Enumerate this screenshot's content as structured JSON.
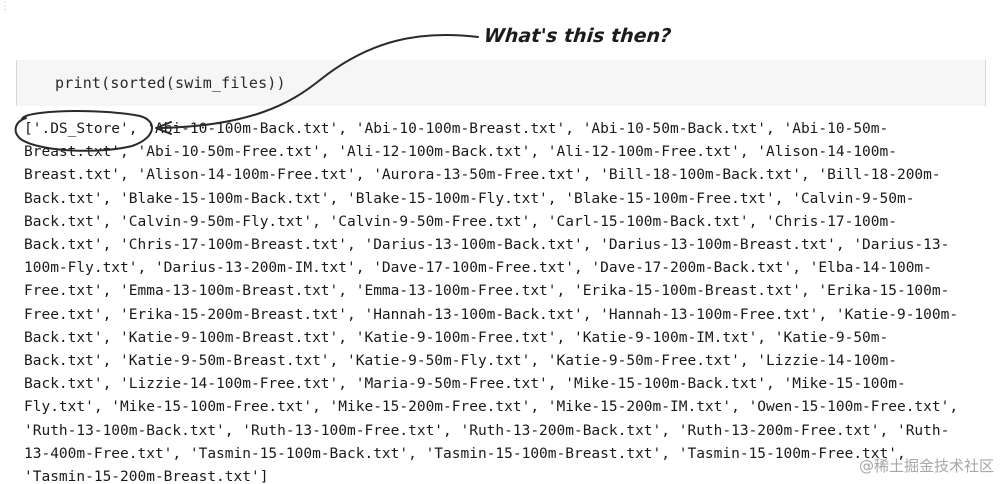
{
  "callout": {
    "text": "What's this then?"
  },
  "code": {
    "line": "print(sorted(swim_files))"
  },
  "output": {
    "lines": [
      "['.DS_Store', 'Abi-10-100m-Back.txt', 'Abi-10-100m-Breast.txt', 'Abi-10-50m-Back.txt', 'Abi-10-50m-",
      "Breast.txt', 'Abi-10-50m-Free.txt', 'Ali-12-100m-Back.txt', 'Ali-12-100m-Free.txt', 'Alison-14-100m-",
      "Breast.txt', 'Alison-14-100m-Free.txt', 'Aurora-13-50m-Free.txt', 'Bill-18-100m-Back.txt', 'Bill-18-200m-",
      "Back.txt', 'Blake-15-100m-Back.txt', 'Blake-15-100m-Fly.txt', 'Blake-15-100m-Free.txt', 'Calvin-9-50m-",
      "Back.txt', 'Calvin-9-50m-Fly.txt', 'Calvin-9-50m-Free.txt', 'Carl-15-100m-Back.txt', 'Chris-17-100m-",
      "Back.txt', 'Chris-17-100m-Breast.txt', 'Darius-13-100m-Back.txt', 'Darius-13-100m-Breast.txt', 'Darius-13-",
      "100m-Fly.txt', 'Darius-13-200m-IM.txt', 'Dave-17-100m-Free.txt', 'Dave-17-200m-Back.txt', 'Elba-14-100m-",
      "Free.txt', 'Emma-13-100m-Breast.txt', 'Emma-13-100m-Free.txt', 'Erika-15-100m-Breast.txt', 'Erika-15-100m-",
      "Free.txt', 'Erika-15-200m-Breast.txt', 'Hannah-13-100m-Back.txt', 'Hannah-13-100m-Free.txt', 'Katie-9-100m-",
      "Back.txt', 'Katie-9-100m-Breast.txt', 'Katie-9-100m-Free.txt', 'Katie-9-100m-IM.txt', 'Katie-9-50m-",
      "Back.txt', 'Katie-9-50m-Breast.txt', 'Katie-9-50m-Fly.txt', 'Katie-9-50m-Free.txt', 'Lizzie-14-100m-",
      "Back.txt', 'Lizzie-14-100m-Free.txt', 'Maria-9-50m-Free.txt', 'Mike-15-100m-Back.txt', 'Mike-15-100m-",
      "Fly.txt', 'Mike-15-100m-Free.txt', 'Mike-15-200m-Free.txt', 'Mike-15-200m-IM.txt', 'Owen-15-100m-Free.txt',",
      "'Ruth-13-100m-Back.txt', 'Ruth-13-100m-Free.txt', 'Ruth-13-200m-Back.txt', 'Ruth-13-200m-Free.txt', 'Ruth-",
      "13-400m-Free.txt', 'Tasmin-15-100m-Back.txt', 'Tasmin-15-100m-Breast.txt', 'Tasmin-15-100m-Free.txt',",
      "'Tasmin-15-200m-Breast.txt']"
    ]
  },
  "watermark": {
    "text": "@稀土掘金技术社区"
  },
  "colors": {
    "ink": "#1a1a1a",
    "code_bg": "#f6f6f6"
  }
}
